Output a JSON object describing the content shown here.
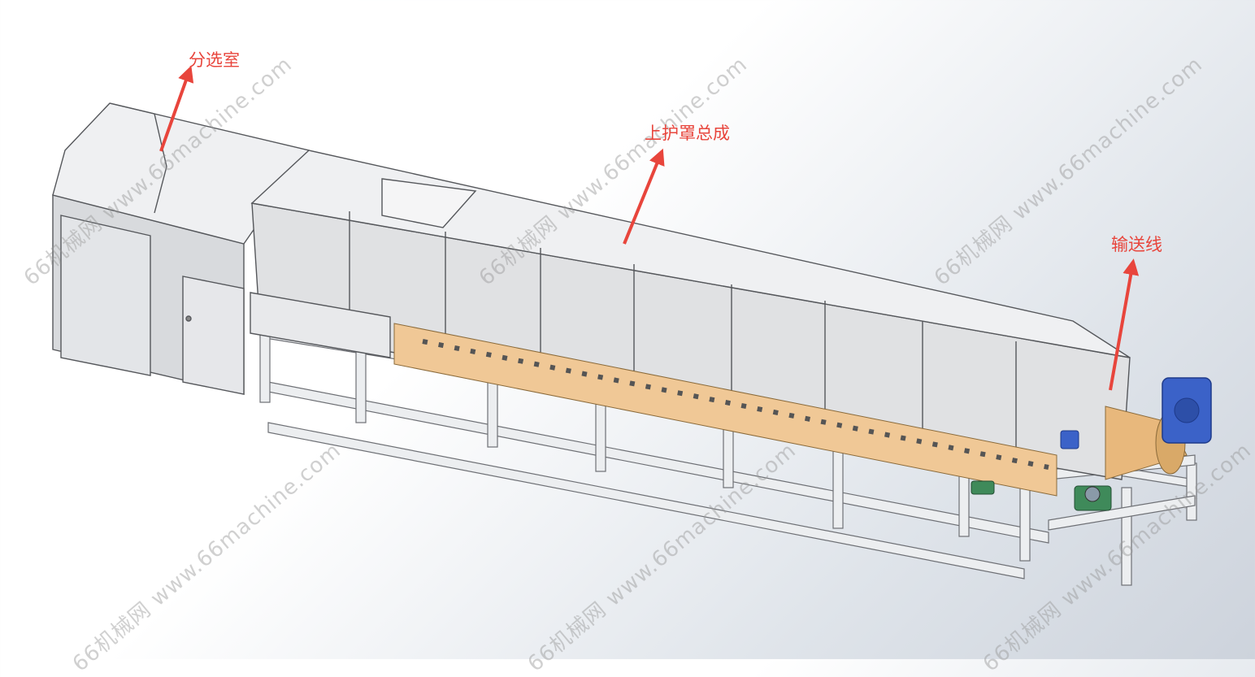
{
  "labels": {
    "sorting_room": "分选室",
    "upper_cover": "上护罩总成",
    "conveyor_line": "输送线"
  },
  "watermark": "66机械网 www.66machine.com",
  "colors": {
    "annotation": "#e8453c",
    "steel": "#d9dadc",
    "belt": "#f0c896",
    "motor": "#3b62c8",
    "bearing": "#3f8a5a"
  }
}
